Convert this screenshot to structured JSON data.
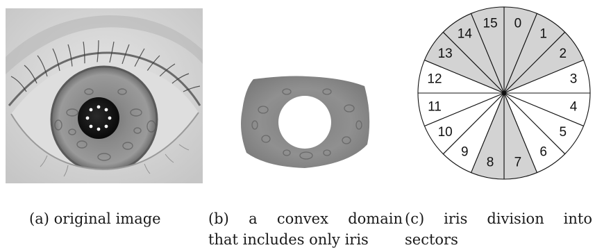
{
  "figure": {
    "panels": [
      {
        "id": "a",
        "caption_lines": [
          "(a) original image"
        ]
      },
      {
        "id": "b",
        "caption_lines": [
          [
            "(b)",
            "a",
            "convex",
            "domain"
          ],
          "that includes only iris"
        ]
      },
      {
        "id": "c",
        "caption_lines": [
          [
            "(c)",
            "iris",
            "division",
            "into"
          ],
          "sectors"
        ]
      }
    ],
    "sector_diagram": {
      "sector_labels": [
        "0",
        "1",
        "2",
        "3",
        "4",
        "5",
        "6",
        "7",
        "8",
        "9",
        "10",
        "11",
        "12",
        "13",
        "14",
        "15"
      ],
      "shaded_sectors": [
        0,
        1,
        2,
        7,
        8,
        13,
        14,
        15
      ],
      "colors": {
        "shaded": "#d3d3d3",
        "unshaded": "#ffffff",
        "stroke": "#111111"
      }
    },
    "colors": {
      "iris_gray": "#8d8d8d",
      "sclera_gray": "#d8d8d8",
      "pupil": "#141414"
    }
  }
}
